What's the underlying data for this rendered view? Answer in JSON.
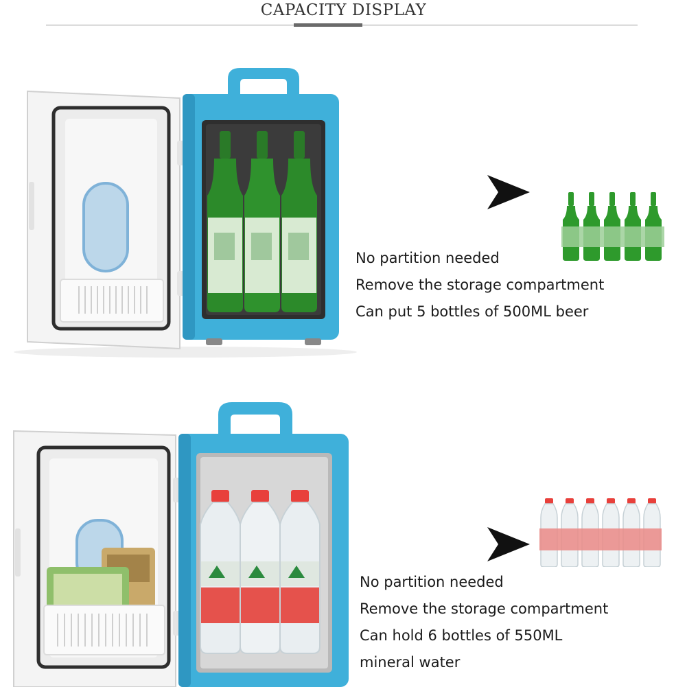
{
  "header": {
    "title": "CAPACITY DISPLAY"
  },
  "colors": {
    "fridge_body": "#3fb0da",
    "fridge_body_dark": "#2f97c2",
    "door_panel": "#f2f2f2",
    "seal": "#333333",
    "beer_glass": "#2c8a2a",
    "beer_label": "#d8ead2",
    "water_cap": "#e8403b",
    "water_label": "#e5524c",
    "arrow": "#111111"
  },
  "sections": [
    {
      "id": "beer",
      "bottle_type": "beer-bottle",
      "bottle_count": 5,
      "lines": [
        "No partition needed",
        "Remove the storage compartment",
        "Can put 5 bottles of 500ML beer"
      ]
    },
    {
      "id": "water",
      "bottle_type": "water-bottle",
      "bottle_count": 6,
      "lines": [
        "No partition needed",
        "Remove the storage compartment",
        "Can hold 6 bottles of 550ML",
        "mineral water"
      ]
    }
  ]
}
